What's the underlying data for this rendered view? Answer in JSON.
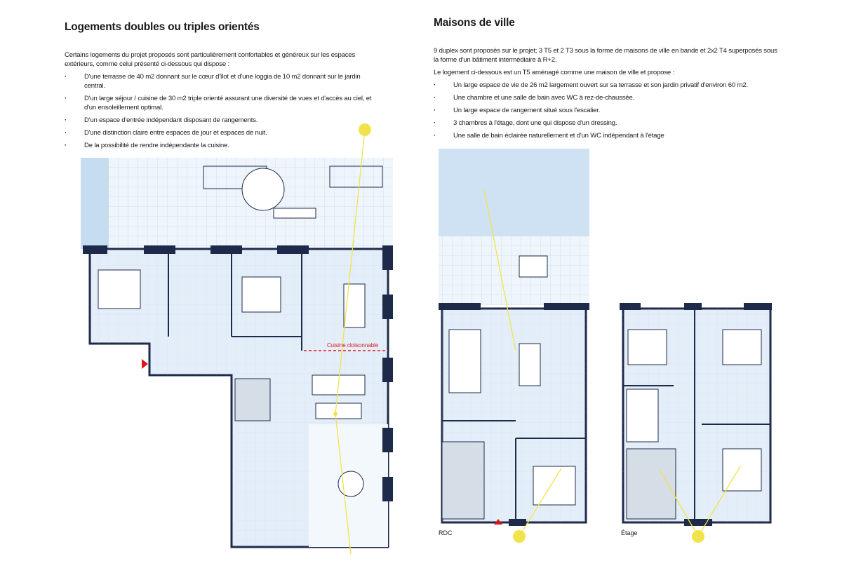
{
  "left": {
    "title": "Logements doubles ou triples orientés",
    "intro": "Certains logements du projet proposés sont particulièrement confortables et généreux sur les espaces extérieurs, comme celui présenté ci-dessous qui dispose :",
    "bullets": [
      "D'une terrasse de 40 m2 donnant sur le cœur d'îlot et d'une loggia de 10 m2 donnant sur le jardin central.",
      "D'un large séjour / cuisine de 30 m2 triple orienté assurant une diversité de vues et d'accès au ciel, et d'un ensoleillement optimal.",
      "D'un espace d'entrée indépendant disposant de rangements.",
      "D'une distinction claire entre espaces de jour et espaces de nuit.",
      "De la possibilité de rendre indépendante la cuisine."
    ],
    "plan_label": "Cuisine cloisonnable"
  },
  "right": {
    "title": "Maisons de ville",
    "intro1": "9 duplex sont proposés sur le projet; 3 T5 et 2 T3 sous la forme de maisons de ville en bande et 2x2 T4 superposés sous la forme d'un bâtiment intermédiaire à R+2.",
    "intro2": "Le logement ci-dessous est un T5 aménagé comme une maison de ville et propose :",
    "bullets": [
      "Un large espace de vie de 26 m2 largement ouvert sur sa terrasse et son jardin privatif d'environ 60 m2.",
      "Une chambre et une salle de bain avec WC à rez-de-chaussée.",
      "Un large espace de rangement situé sous l'escalier.",
      "3 chambres à l'étage, dont une qui dispose d'un dressing.",
      "Une salle de bain éclairée naturellement et d'un WC indépendant à l'étage"
    ],
    "plan_labels": {
      "rdc": "RDC",
      "etage": "Étage"
    }
  },
  "colors": {
    "wall": "#1e2a4a",
    "room": "#e4eef8",
    "garden": "#cfe2f3",
    "sun": "#f3e34a",
    "entry": "#e0151b"
  }
}
